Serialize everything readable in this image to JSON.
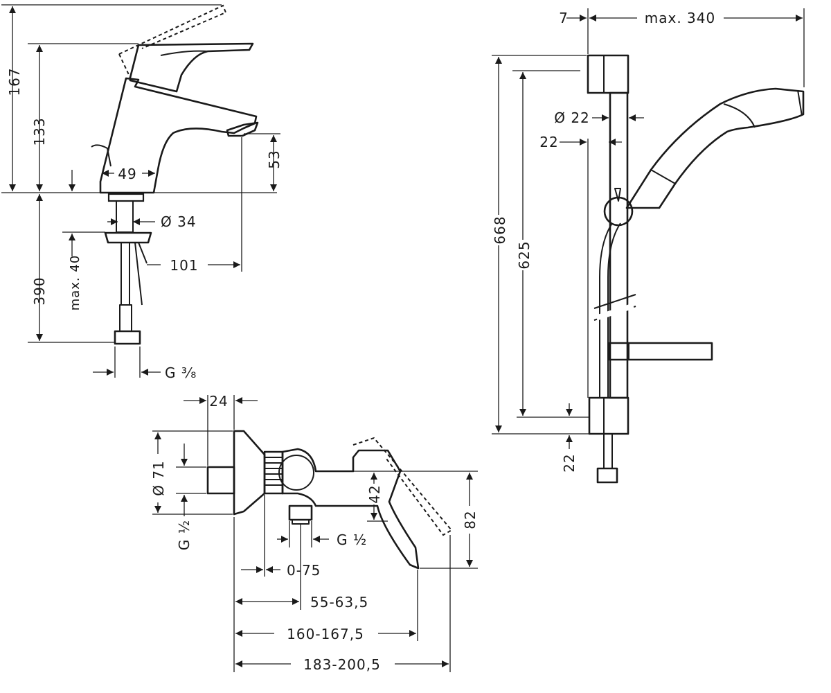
{
  "basin_mixer": {
    "dims": {
      "d167": "167",
      "d133": "133",
      "d53": "53",
      "d49": "49",
      "d34": "Ø 34",
      "dmax40": "max. 40",
      "d101": "101",
      "d390": "390",
      "dg38": "G ³⁄₈"
    }
  },
  "shower_mixer": {
    "dims": {
      "d24": "24",
      "d71": "Ø 71",
      "dg12_side": "G ½",
      "d42": "42",
      "dg12_bottom": "G ½",
      "d82": "82",
      "d0_75": "0-75",
      "d55_63": "55-63,5",
      "d160_167": "160-167,5",
      "d183_200": "183-200,5"
    }
  },
  "shower_set": {
    "dims": {
      "d7": "7",
      "dmax340": "max. 340",
      "d22_diam": "Ø 22",
      "d22_top": "22",
      "d668": "668",
      "d625": "625",
      "d22_bottom": "22"
    }
  }
}
